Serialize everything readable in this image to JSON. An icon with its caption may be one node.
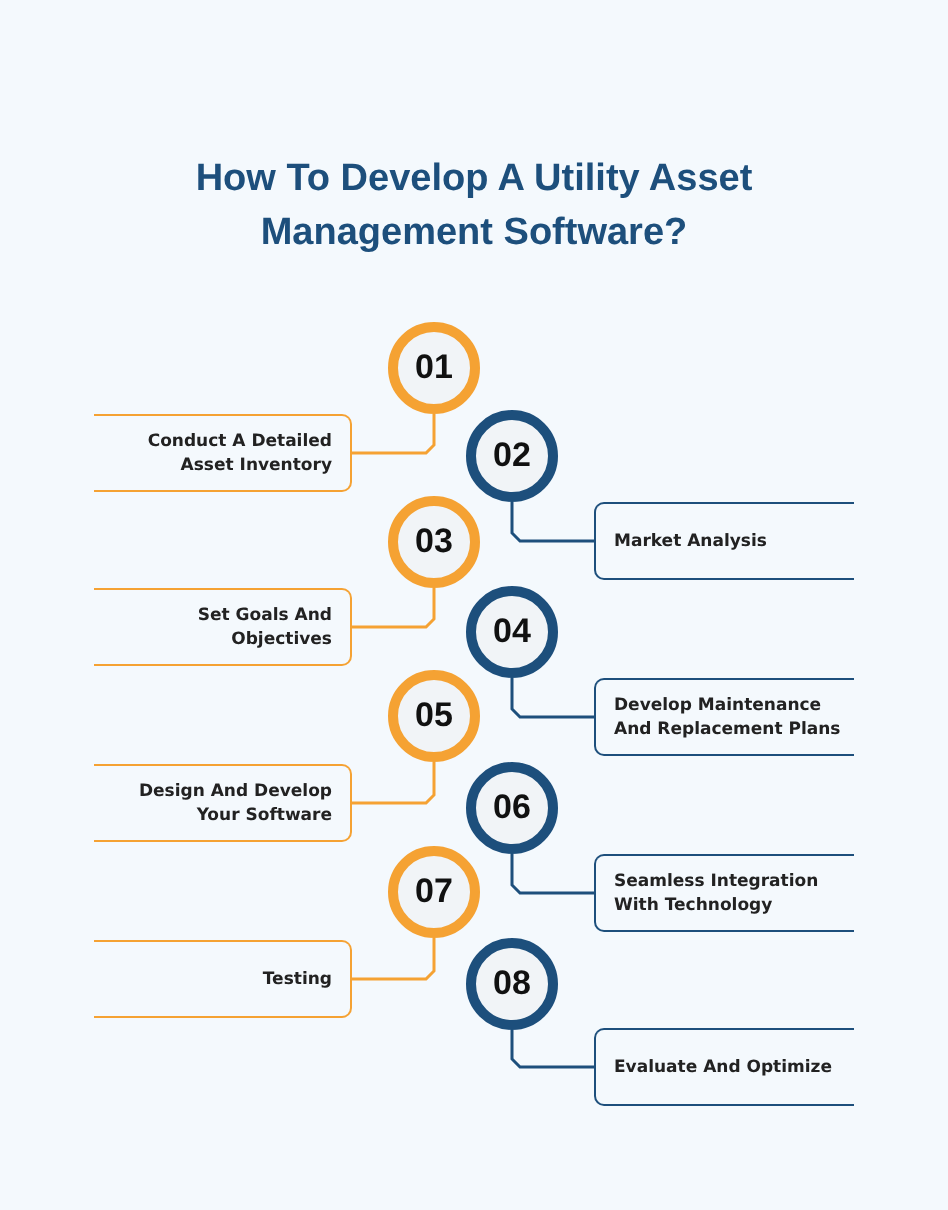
{
  "diagram": {
    "title": "How To Develop A Utility Asset Management Software?",
    "nodes": [
      {
        "text": [
          "01"
        ]
      },
      {
        "text": [
          "Conduct A Detailed Asset Inventory"
        ]
      },
      {
        "text": [
          "02"
        ]
      },
      {
        "text": [
          "Market Analysis"
        ]
      },
      {
        "text": [
          "03"
        ]
      },
      {
        "text": [
          "Set Goals And Objectives"
        ]
      },
      {
        "text": [
          "04"
        ]
      },
      {
        "text": [
          "Develop Maintenance And Replacement Plans"
        ]
      },
      {
        "text": [
          "05"
        ]
      },
      {
        "text": [
          "Design And Develop Your Software"
        ]
      },
      {
        "text": [
          "06"
        ]
      },
      {
        "text": [
          "Seamless Integration With Technology"
        ]
      },
      {
        "text": [
          "07"
        ]
      },
      {
        "text": [
          "Testing"
        ]
      },
      {
        "text": [
          "08"
        ]
      },
      {
        "text": [
          "Evaluate And Optimize"
        ]
      }
    ],
    "edges": [
      {
        "from": 0,
        "to": 1,
        "arrow": "none",
        "color": "#f5a233"
      },
      {
        "from": 2,
        "to": 3,
        "arrow": "none",
        "color": "#1d4f7c"
      },
      {
        "from": 4,
        "to": 5,
        "arrow": "none",
        "color": "#f5a233"
      },
      {
        "from": 6,
        "to": 7,
        "arrow": "none",
        "color": "#1d4f7c"
      },
      {
        "from": 8,
        "to": 9,
        "arrow": "none",
        "color": "#f5a233"
      },
      {
        "from": 10,
        "to": 11,
        "arrow": "none",
        "color": "#1d4f7c"
      },
      {
        "from": 12,
        "to": 13,
        "arrow": "none",
        "color": "#f5a233"
      },
      {
        "from": 14,
        "to": 15,
        "arrow": "none",
        "color": "#1d4f7c"
      }
    ]
  }
}
